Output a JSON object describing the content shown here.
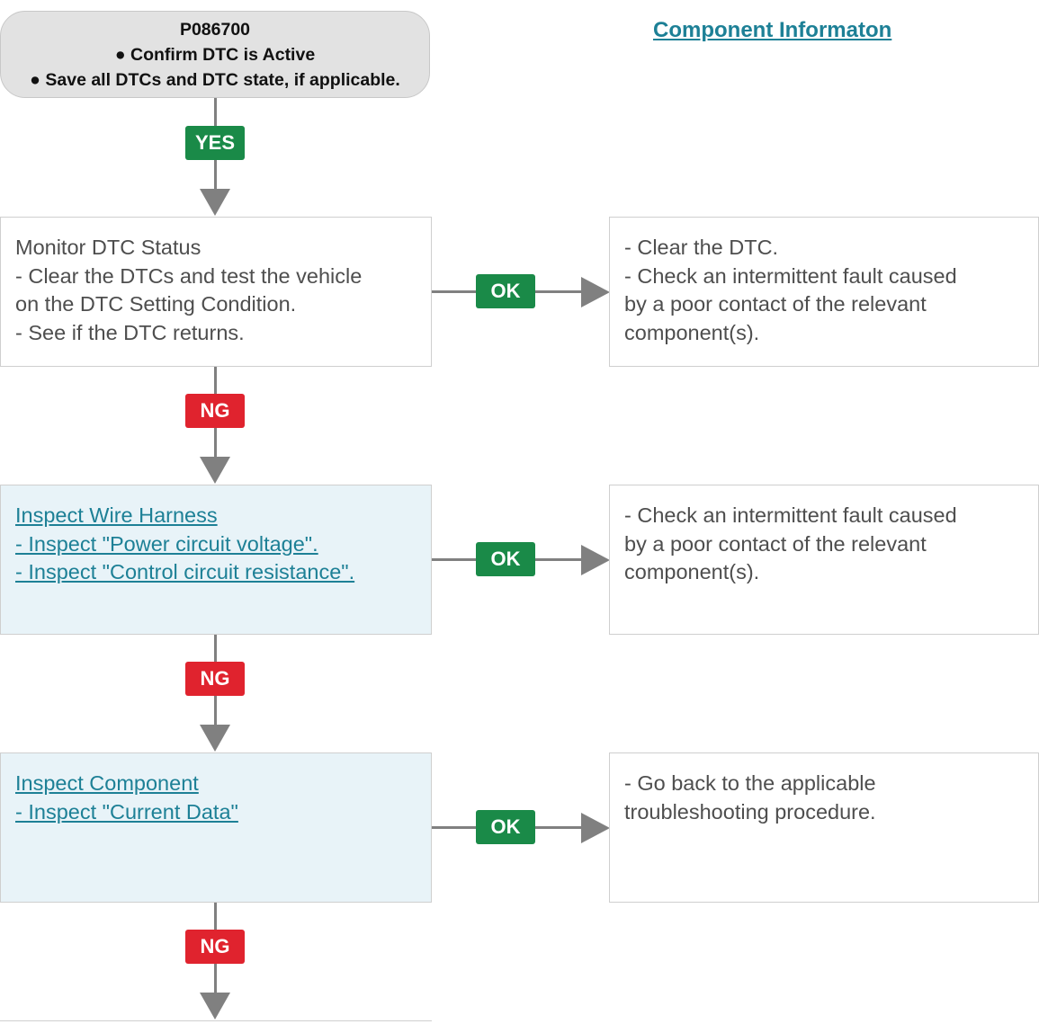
{
  "header": {
    "dtc_code": "P086700",
    "step1": "● Confirm DTC is Active",
    "step2": "● Save all DTCs and DTC state, if applicable.",
    "component_link": "Component Informaton"
  },
  "badges": {
    "yes": "YES",
    "ok": "OK",
    "ng": "NG"
  },
  "steps": [
    {
      "lines": [
        "Monitor DTC Status",
        "- Clear the DTCs and test the vehicle",
        "on the DTC Setting Condition.",
        "- See if the DTC returns."
      ],
      "result_lines": [
        "- Clear the DTC.",
        "- Check an intermittent fault caused",
        "by a poor contact of the relevant",
        "component(s)."
      ]
    },
    {
      "links": [
        "Inspect Wire Harness",
        "- Inspect \"Power circuit voltage\".",
        "- Inspect \"Control circuit resistance\"."
      ],
      "result_lines": [
        "- Check an intermittent fault caused",
        "by a poor contact of the relevant",
        "component(s)."
      ]
    },
    {
      "links": [
        "Inspect Component",
        "-  Inspect \"Current Data\""
      ],
      "result_lines": [
        "- Go back to the applicable",
        "troubleshooting procedure."
      ]
    }
  ],
  "colors": {
    "ok_green": "#1a8a48",
    "ng_red": "#e0232e",
    "link_teal": "#1d8096",
    "connector_gray": "#808080"
  }
}
